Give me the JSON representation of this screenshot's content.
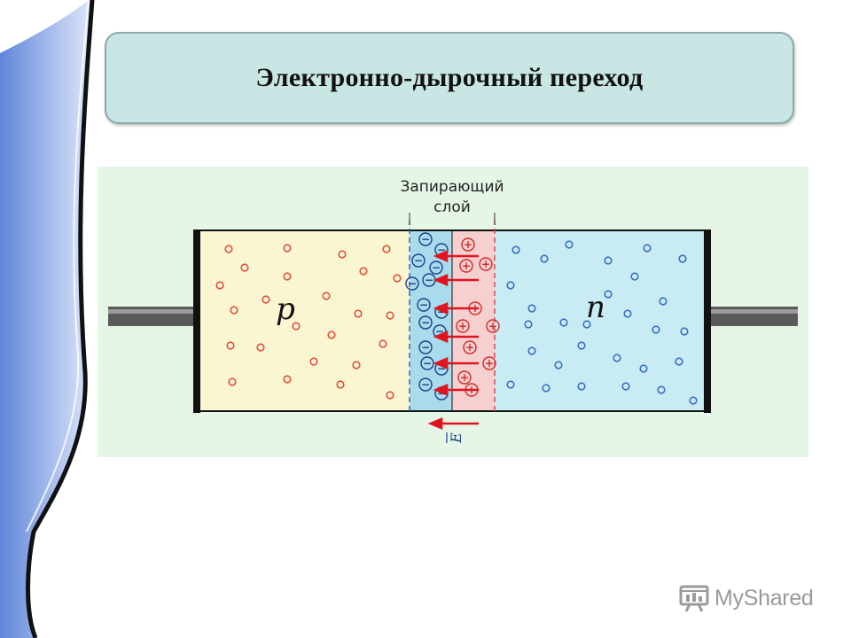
{
  "slide": {
    "title": "Электронно-дырочный переход"
  },
  "diagram": {
    "barrier_label_line1": "Запирающий",
    "barrier_label_line2": "слой",
    "p_region_label": "p",
    "n_region_label": "n",
    "field_label": "E",
    "minus_symbol": "−",
    "plus_symbol": "+",
    "colors": {
      "background": "#e6f6e6",
      "p_region": "#fbf6d2",
      "n_region": "#c9ecf4",
      "depletion_negative": "#a8dcec",
      "depletion_positive": "#f6cfcf",
      "holes": "#e0503c",
      "electrons": "#3c6ec0",
      "field_arrows": "#e0141e",
      "electrodes": "#111111",
      "leads": "#5a5a5a"
    }
  },
  "watermark": {
    "text": "MyShared"
  }
}
